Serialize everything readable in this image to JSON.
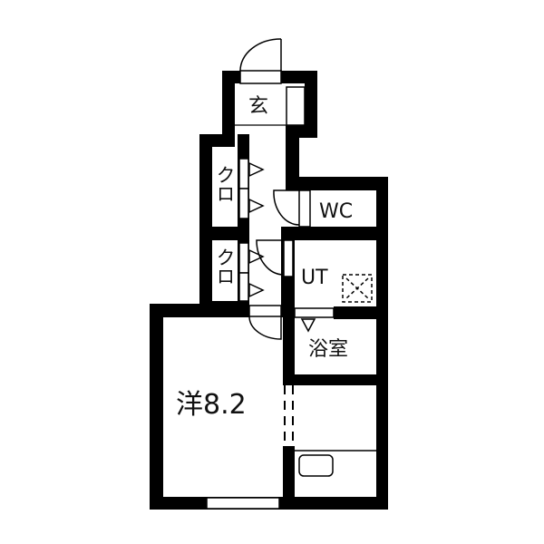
{
  "floor_plan": {
    "rooms": {
      "entrance": "玄",
      "closet_1": "クロ",
      "closet_2": "クロ",
      "toilet": "WC",
      "utility": "UT",
      "bathroom": "浴室",
      "western_room": "洋8.2"
    },
    "colors": {
      "wall": "#000000",
      "background": "#ffffff"
    }
  }
}
